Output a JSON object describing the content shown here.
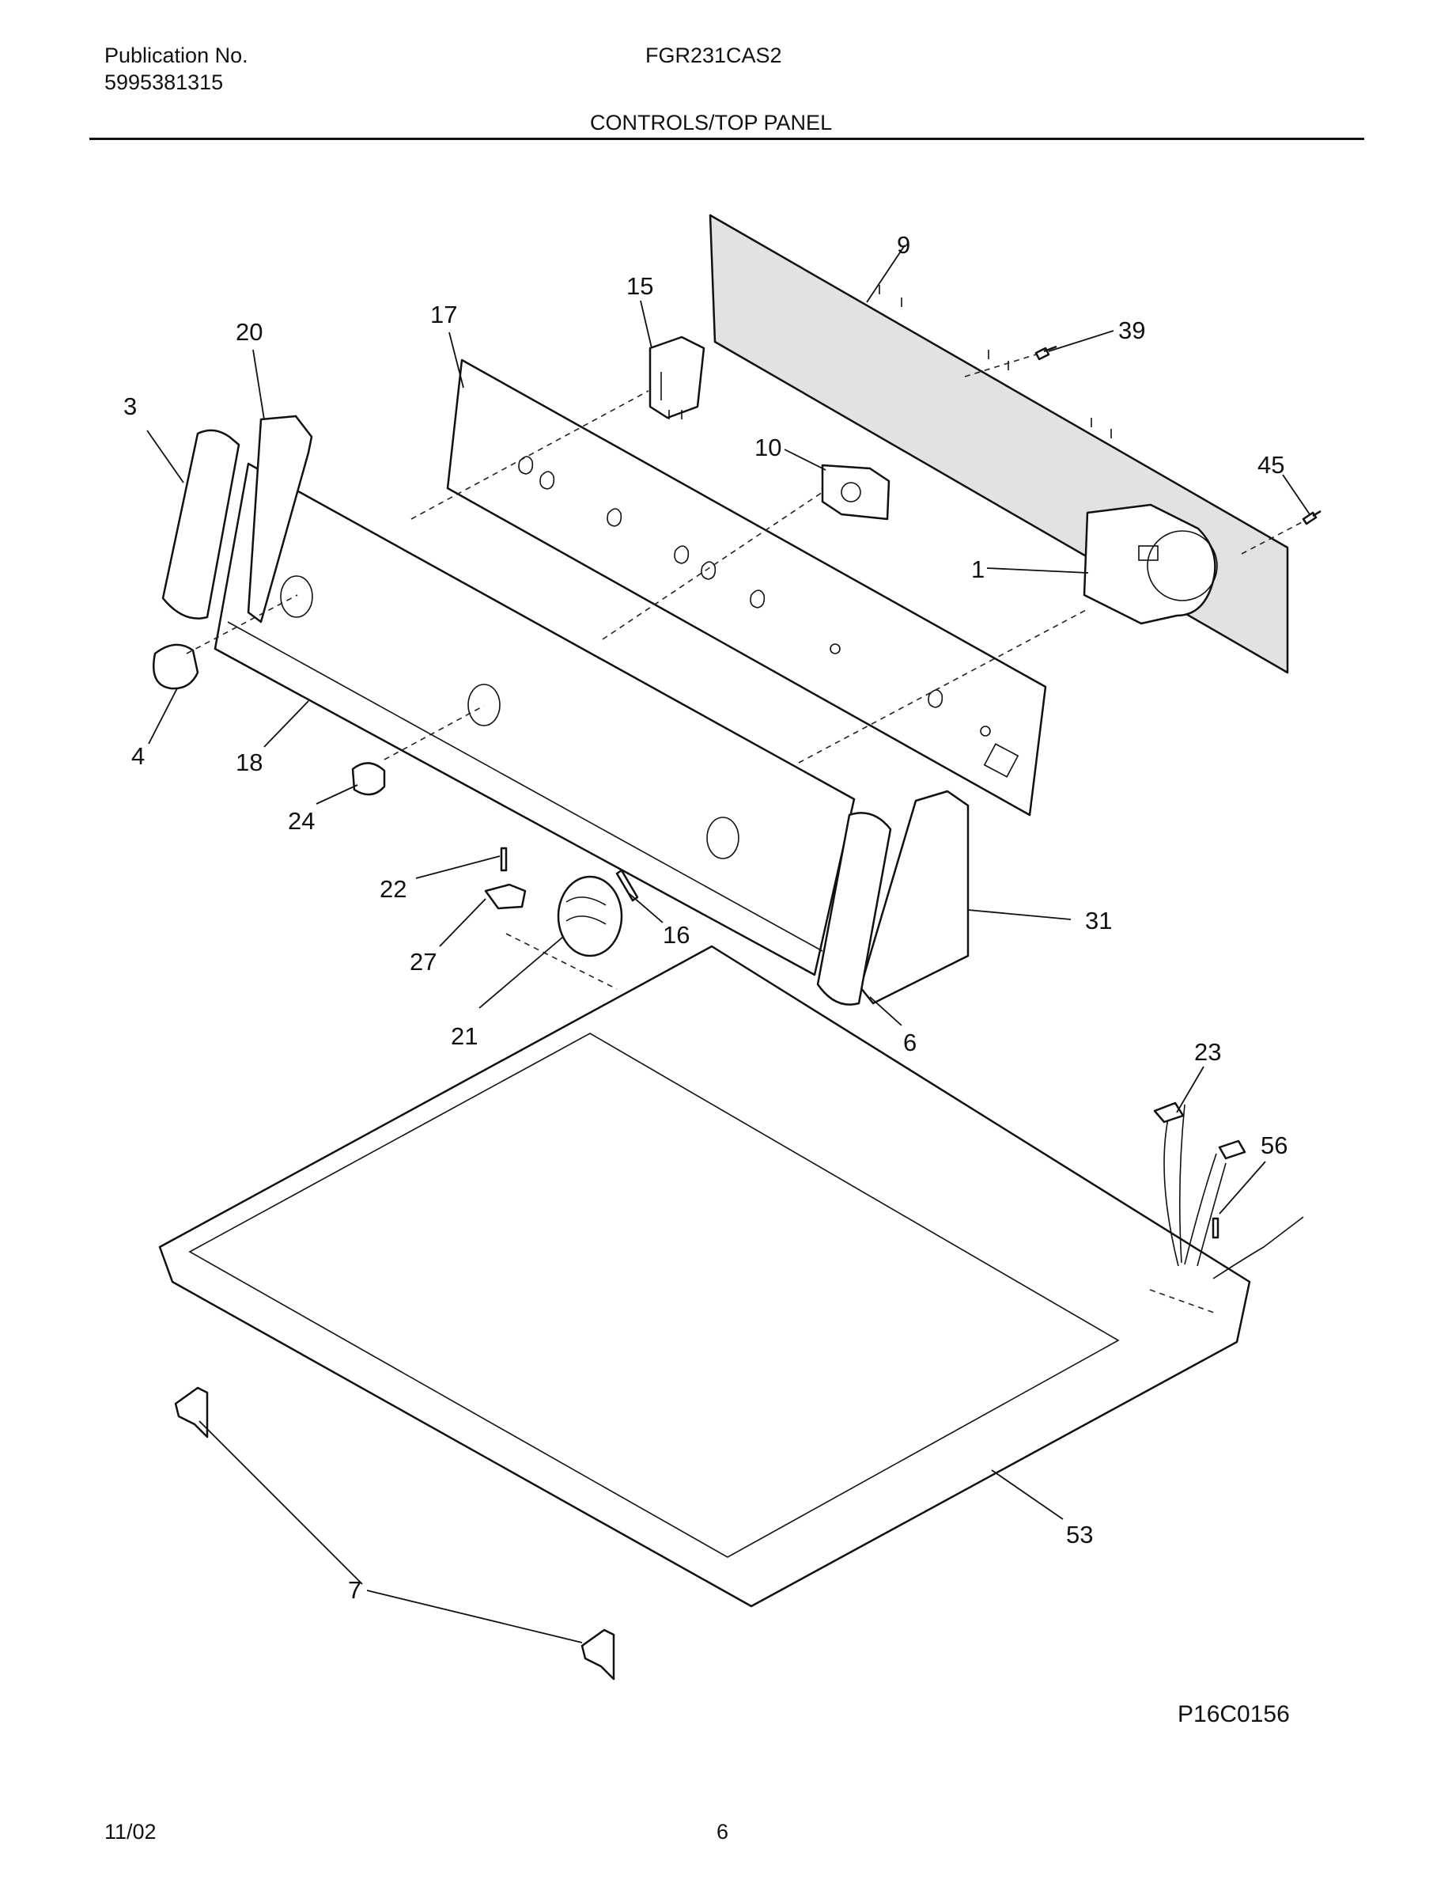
{
  "header": {
    "publication_label": "Publication No.",
    "publication_number": "5995381315",
    "model": "FGR231CAS2",
    "section_title": "CONTROLS/TOP PANEL"
  },
  "footer": {
    "date": "11/02",
    "page": "6",
    "figure_id": "P16C0156"
  },
  "callouts": [
    "9",
    "15",
    "17",
    "20",
    "39",
    "3",
    "10",
    "45",
    "1",
    "4",
    "18",
    "24",
    "22",
    "27",
    "16",
    "31",
    "21",
    "6",
    "23",
    "56",
    "53",
    "7"
  ]
}
